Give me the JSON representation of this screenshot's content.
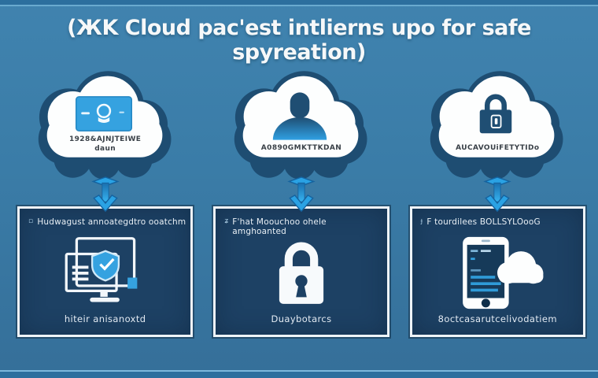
{
  "title": "(ЖK Cloud pac'est intlierns upo for safe spyreation)",
  "colors": {
    "background": "#3a7ca7",
    "band": "#2c6f9e",
    "band_line": "#7cb8dc",
    "cloud_dark": "#1e4d72",
    "cloud_white": "#fdfefe",
    "accent_blue": "#2aa2e4",
    "icon_blue": "#35a2e0",
    "panel_background": "#1d4164",
    "panel_border": "#eef4f9",
    "title_text": "#f6f8f9",
    "panel_text": "#e8eff5",
    "cloud_label_text": "#3a4148"
  },
  "columns": [
    {
      "cloud_icon": "id-card-lock-icon",
      "cloud_label_line1": "1928&AJNJTEIWE",
      "cloud_label_line2": "daun",
      "arrow_icon": "down-arrow-icon",
      "box": {
        "marker": "▫",
        "caption_top": "Hudwagust annoategdtro ooatchm",
        "icon": "monitors-shield-icon",
        "caption_bottom": "hiteir anisanoxtd"
      }
    },
    {
      "cloud_icon": "user-icon",
      "cloud_label_line1": "A0890GMKTTKDAN",
      "cloud_label_line2": "",
      "arrow_icon": "down-arrow-icon",
      "box": {
        "marker": "ʑ",
        "caption_top": "F'hat Moouchoo ohele amghoanted",
        "icon": "padlock-keyhole-icon",
        "caption_bottom": "Duaybotarcs"
      }
    },
    {
      "cloud_icon": "padlock-icon",
      "cloud_label_line1": "AUCAVOUiFETYTIDo",
      "cloud_label_line2": "",
      "arrow_icon": "down-arrow-icon",
      "box": {
        "marker": "ɟ",
        "caption_top": "F tourdilees BOLLSYLOooG",
        "icon": "phone-cloud-icon",
        "caption_bottom": "8octcasarutcelivodatiem"
      }
    }
  ]
}
